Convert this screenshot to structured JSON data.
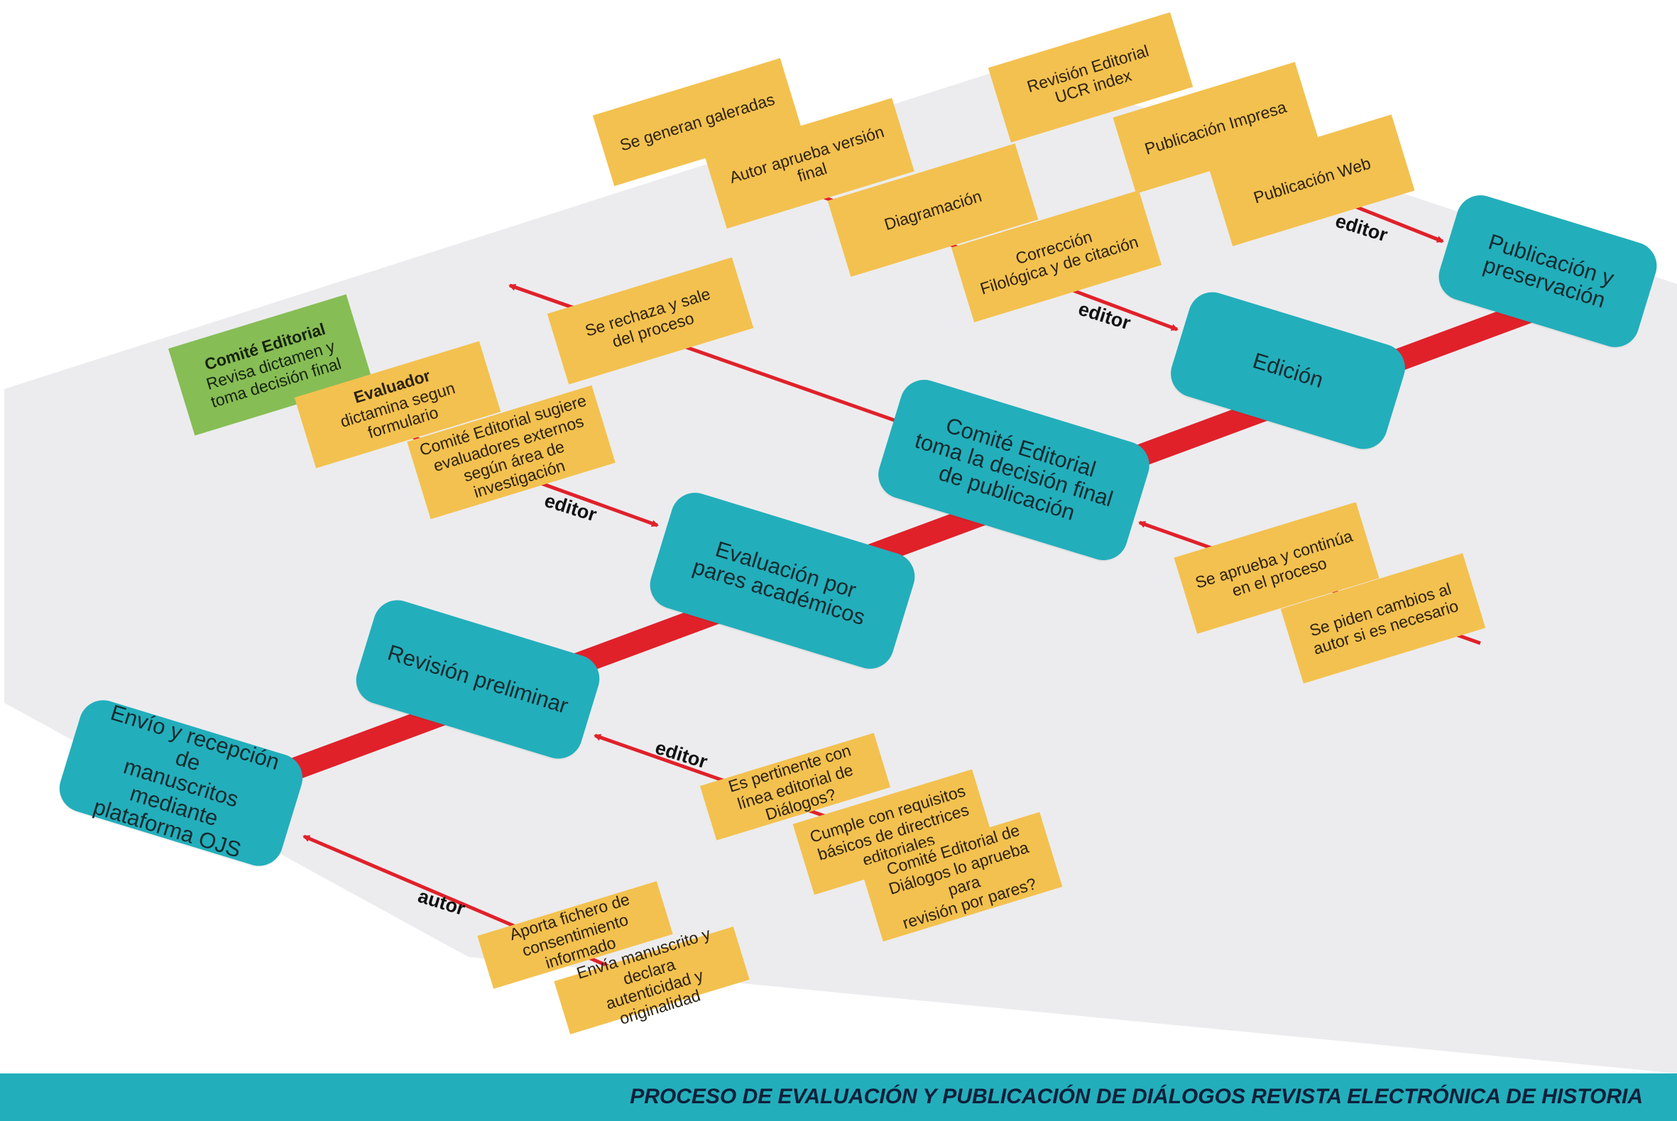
{
  "colors": {
    "stage": "#23aebb",
    "note": "#f3c14f",
    "note_highlight": "#87bd55",
    "flow": "#e0212a",
    "plane": "#ececee",
    "footer": "#23aebb"
  },
  "stages": {
    "envio": [
      "Envío y recepción de",
      "manuscritos mediante",
      "plataforma OJS"
    ],
    "revision": [
      "Revisión preliminar"
    ],
    "evaluacion": [
      "Evaluación por",
      "pares académicos"
    ],
    "comite": [
      "Comité Editorial",
      "toma la decisión final",
      "de publicación"
    ],
    "edicion": [
      "Edición"
    ],
    "publicacion": [
      "Publicación y",
      "preservación"
    ]
  },
  "notes": {
    "consentimiento": [
      "Aporta fichero de",
      "consentimiento informado"
    ],
    "autenticidad": [
      "Envía manuscrito y declara",
      "autenticidad y originalidad"
    ],
    "pertinente": [
      "Es pertinente con",
      "línea editorial de Diálogos?"
    ],
    "requisitos": [
      "Cumple con requisitos",
      "básicos de directrices",
      "editoriales"
    ],
    "aprueba_pares": [
      "Comité Editorial de",
      "Diálogos lo aprueba para",
      "revisión por pares?"
    ],
    "comite_dictamen": {
      "title": "Comité Editorial",
      "lines": [
        "Revisa dictamen y",
        "toma decisión final"
      ]
    },
    "evaluador": {
      "title": "Evaluador",
      "lines": [
        "dictamina segun formulario"
      ]
    },
    "sugiere": [
      "Comité Editorial sugiere",
      "evaluadores externos",
      "según área de investigación"
    ],
    "rechaza": [
      "Se rechaza y sale",
      "del proceso"
    ],
    "aprueba": [
      "Se aprueba y continúa",
      "en el proceso"
    ],
    "cambios": [
      "Se piden cambios al",
      "autor si es necesario"
    ],
    "galeradas": [
      "Se generan galeradas"
    ],
    "autor_aprueba": [
      "Autor aprueba versión final"
    ],
    "diagramacion": [
      "Diagramación"
    ],
    "correccion": [
      "Corrección",
      "Filológica y de citación"
    ],
    "ucr": [
      "Revisión Editorial",
      "UCR index"
    ],
    "impresa": [
      "Publicación Impresa"
    ],
    "web": [
      "Publicación Web"
    ]
  },
  "edge_labels": {
    "autor": "autor",
    "editor_revision": "editor",
    "editor_evaluacion": "editor",
    "editor_edicion": "editor",
    "editor_publicacion": "editor"
  },
  "footer": {
    "title": "PROCESO DE EVALUACIÓN Y PUBLICACIÓN DE DIÁLOGOS REVISTA ELECTRÓNICA DE HISTORIA"
  }
}
